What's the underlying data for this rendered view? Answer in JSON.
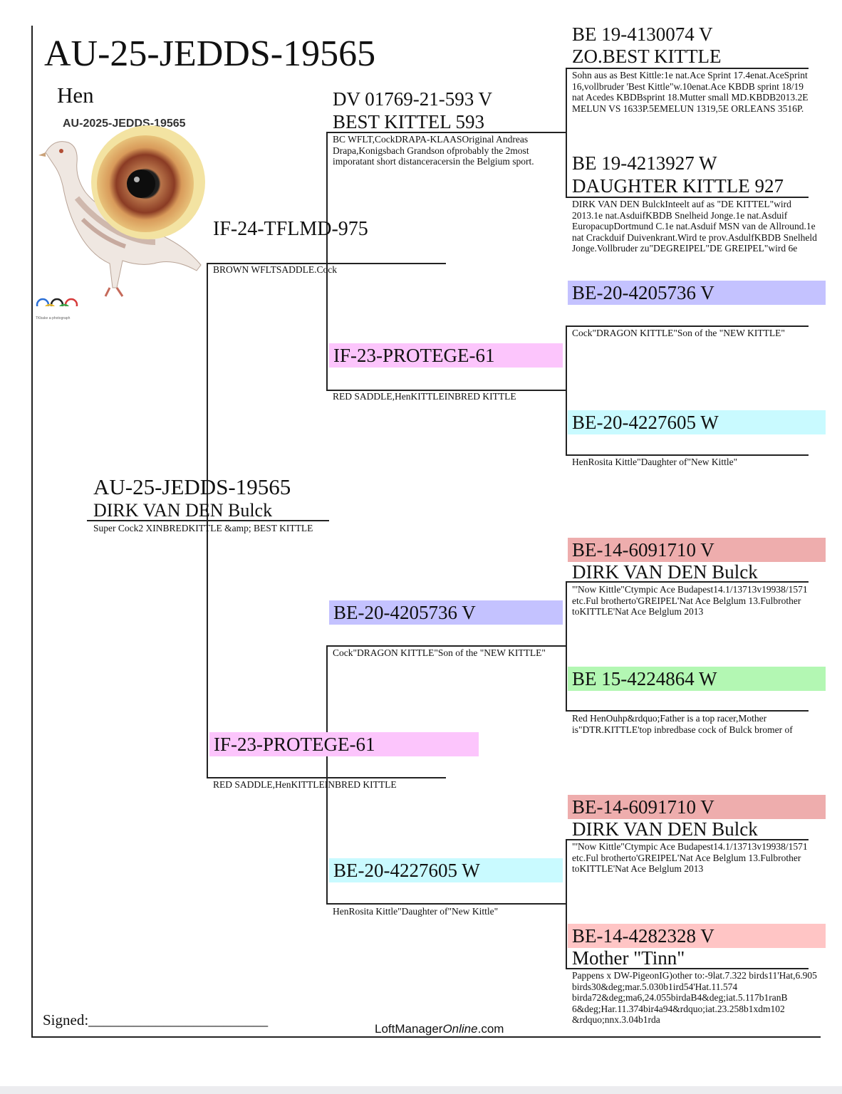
{
  "colors": {
    "lavender": "#c4c2ff",
    "pink": "#fcc5fc",
    "cyan": "#c9faff",
    "green": "#b3f7b3",
    "red": "#eeadad",
    "salmon": "#ffc5c5"
  },
  "header": {
    "ring": "AU-25-JEDDS-19565",
    "sex": "Hen",
    "photo_label": "AU-2025-JEDDS-19565",
    "logo_caption": "TKbake a-photograph"
  },
  "subject": {
    "ring": "AU-25-JEDDS-19565",
    "breeder": "DIRK VAN DEN Bulck",
    "note": "Super Cock2 XINBREDKITTLE &amp; BEST KITTLE"
  },
  "sire": {
    "ring": "IF-24-TFLMD-975",
    "note": "BROWN WFLTSADDLE.Cock",
    "sire": {
      "ring": "DV 01769-21-593 V",
      "name": "BEST KITTEL 593",
      "note": "BC WFLT,CockDRAPA-KLAASOriginal Andreas Drapa,Konigsbach Grandson ofprobably the 2most imporatant short distanceracersin the Belgium sport.",
      "sire": {
        "ring": "BE 19-4130074 V",
        "name": "ZO.BEST KITTLE",
        "note": "Sohn aus as Best Kittle:1e nat.Ace Sprint 17.4enat.AceSprint 16,vollbruder 'Best Kittle\"w.10enat.Ace KBDB sprint 18/19 nat Acedes KBDBsprint 18.Mutter small MD.KBDB2013.2E MELUN VS 1633P.5EMELUN 1319,5E ORLEANS 3516P."
      },
      "dam": {
        "ring": "BE 19-4213927 W",
        "name": "DAUGHTER KITTLE 927",
        "note": "DIRK VAN DEN BulckInteelt auf as \"DE KITTEL\"wird 2013.1e nat.AsduifKBDB Snelheid Jonge.1e nat.Asduif EuropacupDortmund C.1e nat.Asduif MSN van de Allround.1e nat Crackduif Duivenkrant.Wird te prov.AsdulfKBDB Snelheld Jonge.Vollbruder zu\"DEGREIPEL\"DE GREIPEL\"wird 6e"
      }
    },
    "dam": {
      "ring": "IF-23-PROTEGE-61",
      "note": "RED SADDLE,HenKITTLEINBRED KITTLE",
      "sire": {
        "ring": "BE-20-4205736 V",
        "note": "Cock\"DRAGON KITTLE\"Son of the \"NEW KITTLE\""
      },
      "dam": {
        "ring": "BE-20-4227605 W",
        "note": "HenRosita Kittle\"Daughter of\"New Kittle\""
      }
    }
  },
  "dam": {
    "ring": "IF-23-PROTEGE-61",
    "note": "RED SADDLE,HenKITTLEINBRED KITTLE",
    "sire": {
      "ring": "BE-20-4205736 V",
      "note": "Cock\"DRAGON KITTLE\"Son of the \"NEW KITTLE\"",
      "sire": {
        "ring": "BE-14-6091710 V",
        "name": "DIRK VAN DEN Bulck",
        "note": "\"'Now Kittle\"Ctympic Ace Budapest14.1/13713v19938/1571 etc.Ful brotherto'GREIPEL'Nat Ace Belglum 13.Fulbrother toKITTLE'Nat Ace Belglum 2013"
      },
      "dam": {
        "ring": "BE 15-4224864 W",
        "note": "Red HenOuhp&rdquo;Father is a top racer,Mother is\"DTR.KITTLE'top inbredbase cock of Bulck bromer of"
      }
    },
    "dam": {
      "ring": "BE-20-4227605 W",
      "note": "HenRosita Kittle\"Daughter of\"New Kittle\"",
      "sire": {
        "ring": "BE-14-6091710 V",
        "name": "DIRK VAN DEN Bulck",
        "note": "\"'Now Kittle\"Ctympic Ace Budapest14.1/13713v19938/1571 etc.Ful brotherto'GREIPEL'Nat Ace Belglum 13.Fulbrother toKITTLE'Nat Ace Belglum 2013"
      },
      "dam": {
        "ring": "BE-14-4282328 V",
        "name": "Mother \"Tinn\"",
        "note": "Pappens x DW-PigeonIG)other to:-9lat.7.322 birds11'Hat,6.905 birds30&deg;mar.5.030b1ird54'Hat.11.574 birda72&deg;ma6,24.055birdaB4&deg;iat.5.117b1ranB 6&deg;Har.11.374bir4a94&rdquo;iat.23.258b1xdm102 &rdquo;nnx.3.04b1rda"
      }
    }
  },
  "footer": {
    "signed_label": "Signed:",
    "signed_blank": "________________________",
    "brand_prefix": "LoftManager",
    "brand_italic": "Online",
    "brand_suffix": ".com"
  }
}
